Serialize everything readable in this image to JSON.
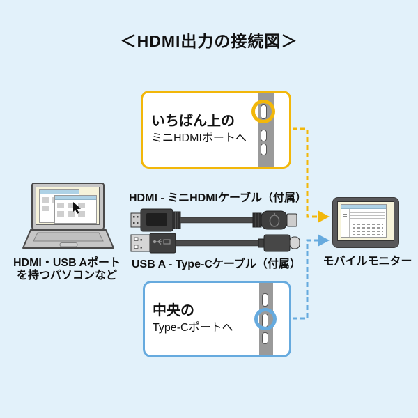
{
  "title": "＜HDMI出力の接続図＞",
  "colors": {
    "background": "#e2f1fa",
    "accent_yellow": "#f2b70a",
    "accent_blue": "#66aade",
    "strip_gray": "#9a9a9a",
    "outline_dark": "#4a4a4a",
    "cable_gray": "#4a4a4a",
    "connector_light": "#cdcdcd",
    "device_gray": "#c6c6c6",
    "screen_cream": "#f6f3da",
    "titlebar_blue": "#aed2e6",
    "text_dark": "#111111"
  },
  "callouts": {
    "hdmi": {
      "line1": "いちばん上の",
      "line2": "ミニHDMIポートへ",
      "ports": 3,
      "highlighted_port": "top"
    },
    "typec": {
      "line1": "中央の",
      "line2": "Type-Cポートへ",
      "ports": 3,
      "highlighted_port": "middle"
    }
  },
  "cables": {
    "hdmi_cable": {
      "label": "HDMI - ミニHDMIケーブル（付属）"
    },
    "usb_cable": {
      "label": "USB A - Type-Cケーブル（付属）"
    }
  },
  "devices": {
    "laptop": {
      "label_line1": "HDMI・USB Aポート",
      "label_line2": "を持つパソコンなど"
    },
    "monitor": {
      "label": "モバイルモニター"
    }
  }
}
